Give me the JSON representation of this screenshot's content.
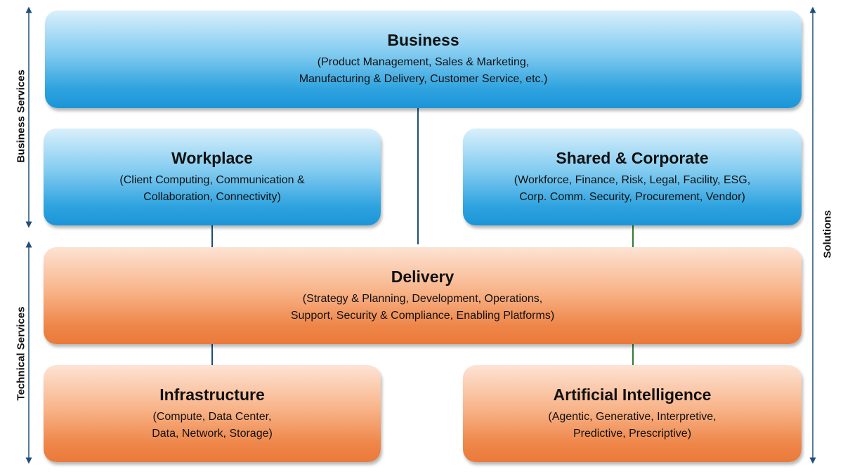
{
  "boxes": {
    "business": {
      "title": "Business",
      "line1": "(Product Management, Sales & Marketing,",
      "line2": "Manufacturing & Delivery, Customer Service, etc.)"
    },
    "workplace": {
      "title": "Workplace",
      "line1": "(Client Computing, Communication &",
      "line2": "Collaboration, Connectivity)"
    },
    "shared": {
      "title": "Shared & Corporate",
      "line1": "(Workforce, Finance, Risk, Legal, Facility, ESG,",
      "line2": "Corp. Comm. Security, Procurement, Vendor)"
    },
    "delivery": {
      "title": "Delivery",
      "line1": "(Strategy & Planning, Development, Operations,",
      "line2": "Support, Security & Compliance, Enabling Platforms)"
    },
    "infrastructure": {
      "title": "Infrastructure",
      "line1": "(Compute, Data Center,",
      "line2": "Data,  Network, Storage)"
    },
    "ai": {
      "title": "Artificial Intelligence",
      "line1": "(Agentic, Generative, Interpretive,",
      "line2": "Predictive, Prescriptive)"
    }
  },
  "side_labels": {
    "business_services": "Business Services",
    "technical_services": "Technical Services",
    "solutions": "Solutions"
  },
  "colors": {
    "blue_layer": "#1b95d8",
    "orange_layer": "#ea7a3a",
    "connector_blue": "#1f4e79",
    "connector_green": "#2e7d32",
    "arrow": "#1f4e79"
  }
}
